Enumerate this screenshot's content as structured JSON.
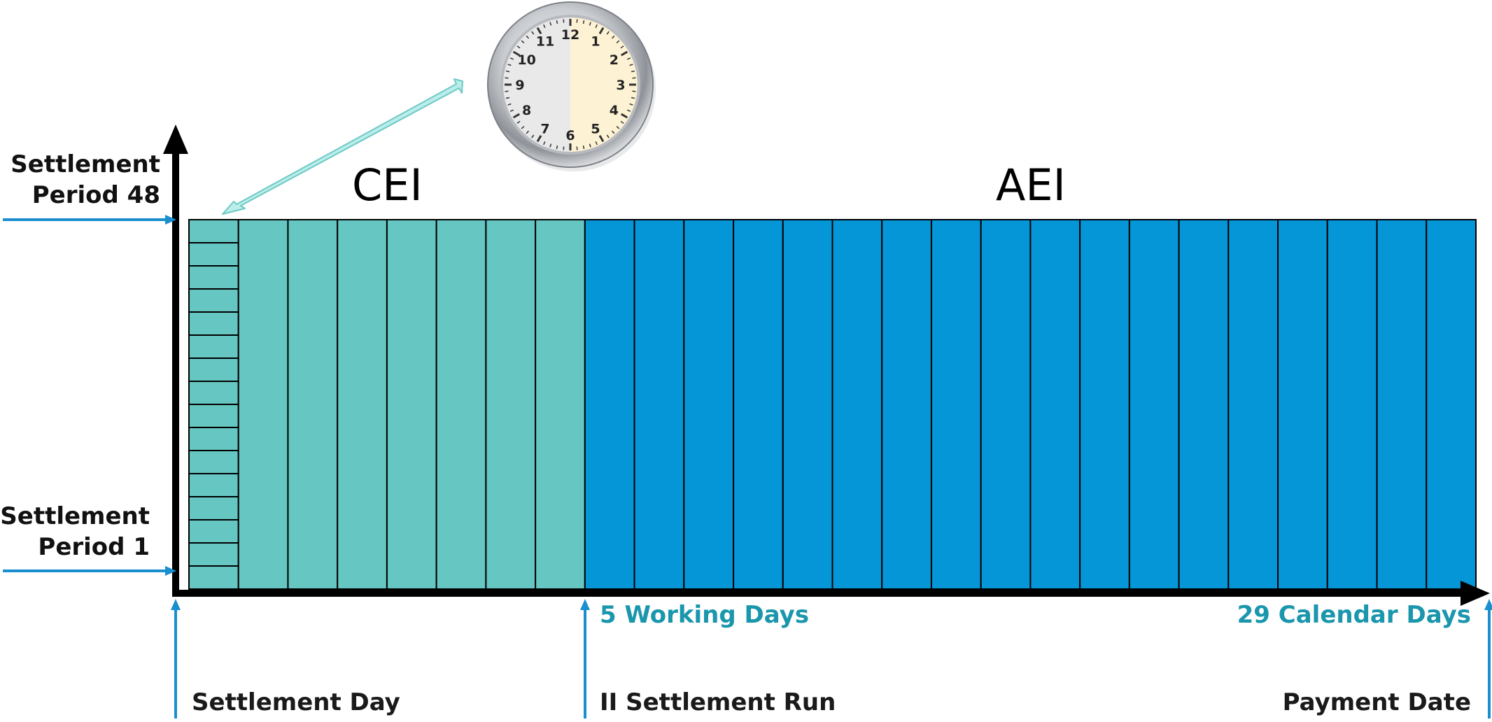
{
  "colors": {
    "cei_fill": "#66c6c1",
    "aei_fill": "#0596d8",
    "arrow_blue": "#1a8fd0",
    "label_teal": "#1a96ad",
    "axis": "#000000"
  },
  "y_axis": {
    "top_label": [
      "Settlement",
      "Period 48"
    ],
    "bottom_label": [
      "Settlement",
      "Period 1"
    ]
  },
  "regions": {
    "cei": {
      "label": "CEI",
      "day_columns": 8,
      "settlement_periods_drawn": 16
    },
    "aei": {
      "label": "AEI",
      "day_columns": 18
    }
  },
  "milestones": [
    {
      "label": "5 Working Days"
    },
    {
      "label": "29 Calendar Days"
    }
  ],
  "timeline_labels": {
    "start": "Settlement Day",
    "middle": "II Settlement Run",
    "end": "Payment Date"
  },
  "clock": {
    "icon": "clock-icon",
    "numbers": [
      "12",
      "1",
      "2",
      "3",
      "4",
      "5",
      "6",
      "7",
      "8",
      "9",
      "10",
      "11"
    ]
  }
}
